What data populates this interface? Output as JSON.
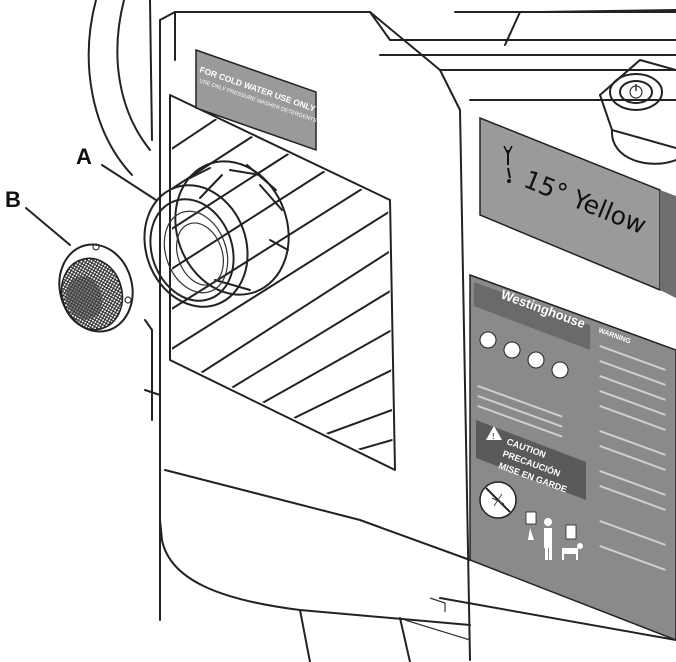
{
  "callouts": {
    "a": "A",
    "b": "B"
  },
  "label_plate": {
    "cold_water_line1": "FOR COLD WATER USE ONLY",
    "cold_water_line2": "USE ONLY PRESSURE WASHER DETERGENTS"
  },
  "nozzle_tag": {
    "text": "15° Yellow"
  },
  "warning_label": {
    "brand": "Westinghouse",
    "warning": "WARNING",
    "caution_lines": [
      "CAUTION",
      "PRECAUCIÓN",
      "MISE EN GARDE"
    ]
  },
  "colors": {
    "line": "#222222",
    "label_gray": "#9a9a9a",
    "label_dark": "#6e6e6e",
    "background": "#ffffff"
  },
  "icons": [
    "nozzle-spray-icon",
    "caution-triangle-icon",
    "no-spray-people-icon",
    "person-icon",
    "animal-icon",
    "power-button-icon"
  ]
}
